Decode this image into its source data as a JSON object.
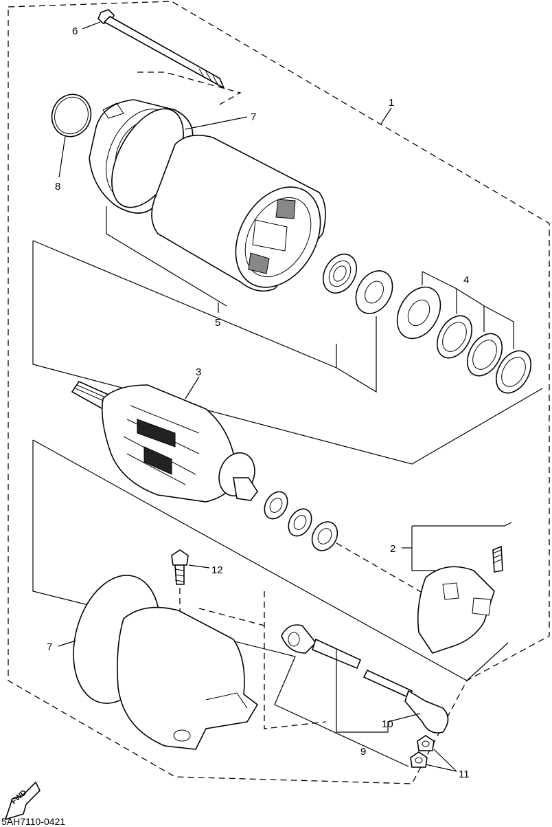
{
  "callouts": [
    {
      "id": "1",
      "text": "1"
    },
    {
      "id": "2",
      "text": "2"
    },
    {
      "id": "3",
      "text": "3"
    },
    {
      "id": "4",
      "text": "4"
    },
    {
      "id": "5",
      "text": "5"
    },
    {
      "id": "6",
      "text": "6"
    },
    {
      "id": "7a",
      "text": "7"
    },
    {
      "id": "7b",
      "text": "7"
    },
    {
      "id": "8",
      "text": "8"
    },
    {
      "id": "9",
      "text": "9"
    },
    {
      "id": "10",
      "text": "10"
    },
    {
      "id": "11",
      "text": "11"
    },
    {
      "id": "12",
      "text": "12"
    }
  ],
  "fwd_label": "FWD",
  "diagram_code": "5AH7110-0421"
}
